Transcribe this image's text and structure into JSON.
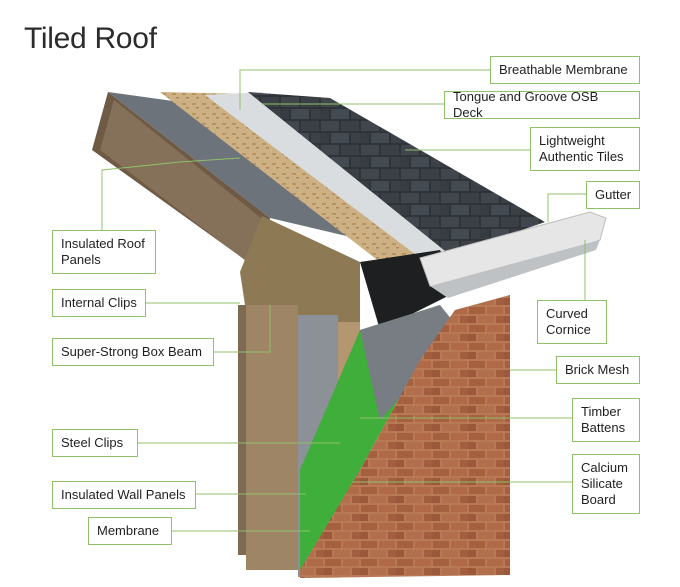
{
  "title": "Tiled Roof",
  "labels": {
    "breathable_membrane": "Breathable Membrane",
    "osb_deck": "Tongue and Groove OSB Deck",
    "tiles": "Lightweight Authentic Tiles",
    "gutter": "Gutter",
    "insulated_roof_panels": "Insulated Roof Panels",
    "internal_clips": "Internal Clips",
    "box_beam": "Super-Strong Box Beam",
    "curved_cornice": "Curved Cornice",
    "brick_mesh": "Brick Mesh",
    "timber_battens": "Timber Battens",
    "steel_clips": "Steel Clips",
    "calcium_silicate_board": "Calcium Silicate Board",
    "insulated_wall_panels": "Insulated Wall Panels",
    "membrane": "Membrane"
  },
  "colors": {
    "leader_line": "#8fc06a",
    "label_border": "#8fc06a",
    "tile": "#3b4046",
    "osb": "#c8a877",
    "brick": "#9a5a3c",
    "green_membrane": "#3fae3a",
    "gutter": "#e4e4e4"
  }
}
